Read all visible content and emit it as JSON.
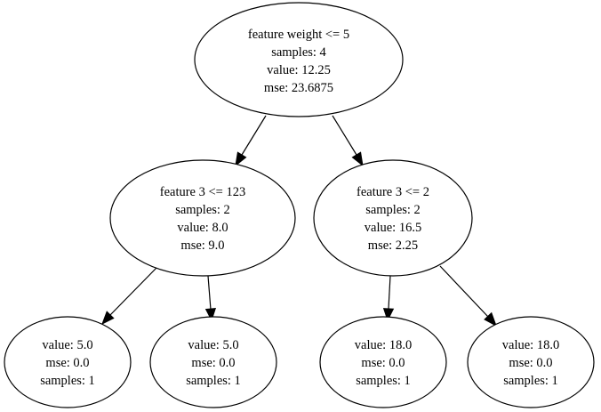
{
  "nodes": {
    "root": {
      "lines": [
        "feature weight <= 5",
        "samples: 4",
        "value: 12.25",
        "mse: 23.6875"
      ]
    },
    "left": {
      "lines": [
        "feature 3 <= 123",
        "samples: 2",
        "value: 8.0",
        "mse: 9.0"
      ]
    },
    "right": {
      "lines": [
        "feature 3 <= 2",
        "samples: 2",
        "value: 16.5",
        "mse: 2.25"
      ]
    },
    "ll": {
      "lines": [
        "value: 5.0",
        "mse: 0.0",
        "samples: 1"
      ]
    },
    "lr": {
      "lines": [
        "value: 5.0",
        "mse: 0.0",
        "samples: 1"
      ]
    },
    "rl": {
      "lines": [
        "value: 18.0",
        "mse: 0.0",
        "samples: 1"
      ]
    },
    "rr": {
      "lines": [
        "value: 18.0",
        "mse: 0.0",
        "samples: 1"
      ]
    }
  },
  "edges": [
    {
      "from": "root",
      "to": "left"
    },
    {
      "from": "root",
      "to": "right"
    },
    {
      "from": "left",
      "to": "ll"
    },
    {
      "from": "left",
      "to": "lr"
    },
    {
      "from": "right",
      "to": "rl"
    },
    {
      "from": "right",
      "to": "rr"
    }
  ]
}
